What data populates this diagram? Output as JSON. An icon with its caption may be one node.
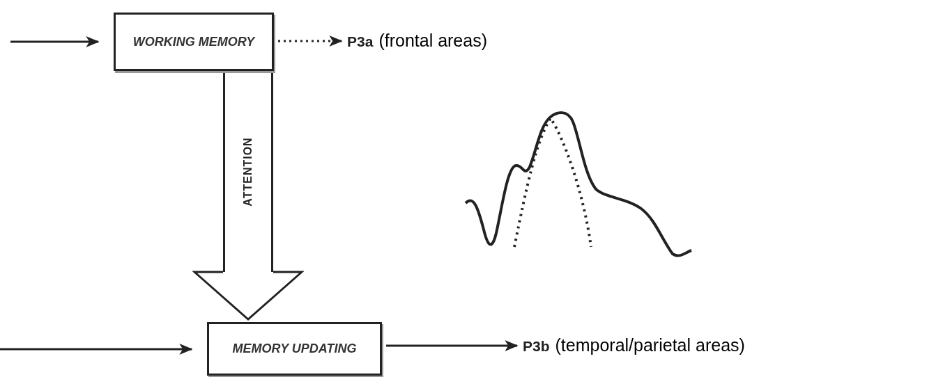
{
  "diagram": {
    "nodes": [
      {
        "text": [
          "WORKING MEMORY"
        ]
      },
      {
        "text": [
          "P3a"
        ],
        "beside": [
          "(frontal areas)"
        ]
      },
      {
        "text": [
          "MEMORY UPDATING"
        ]
      },
      {
        "text": [
          "P3b"
        ],
        "beside": [
          "(temporal/parietal areas)"
        ]
      }
    ],
    "edges": [
      {
        "from": null,
        "to": 0,
        "arrow": "to"
      },
      {
        "from": 0,
        "to": 1,
        "arrow": "to",
        "style": "dashed"
      },
      {
        "from": 0,
        "to": 2,
        "arrow": "to",
        "label": "ATTENTION",
        "style": "thick"
      },
      {
        "from": null,
        "to": 2,
        "arrow": "to"
      },
      {
        "from": 2,
        "to": 3,
        "arrow": "to"
      }
    ]
  }
}
